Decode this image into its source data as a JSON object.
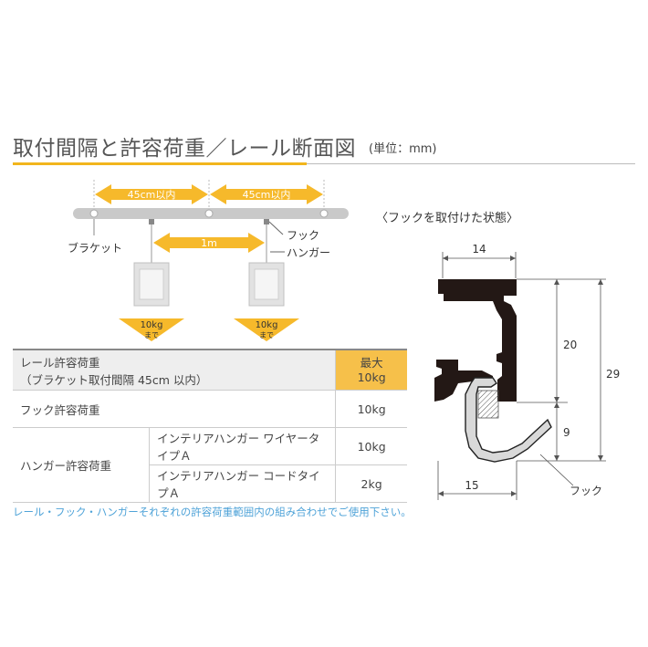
{
  "title": "取付間隔と許容荷重／レール断面図",
  "unit": "(単位：mm)",
  "left_diagram": {
    "span_label_1": "45cm以内",
    "span_label_2": "45cm以内",
    "spacing_label": "1m",
    "bracket_label": "ブラケット",
    "hook_label": "フック",
    "hanger_label": "ハンガー",
    "load_1": "10kg",
    "load_1_sub": "まで",
    "load_2": "10kg",
    "load_2_sub": "まで"
  },
  "section": {
    "caption": "〈フックを取付けた状態〉",
    "dim_top": "14",
    "dim_20": "20",
    "dim_29": "29",
    "dim_9": "9",
    "dim_bottom": "15",
    "hook_label": "フック"
  },
  "table": {
    "rail_label_1": "レール許容荷重",
    "rail_label_2": "（ブラケット取付間隔 45cm 以内）",
    "rail_value_1": "最大",
    "rail_value_2": "10kg",
    "hook_label": "フック許容荷重",
    "hook_value": "10kg",
    "hanger_label": "ハンガー許容荷重",
    "hanger_rows": [
      {
        "name": "インテリアハンガー ワイヤータイプＡ",
        "value": "10kg"
      },
      {
        "name": "インテリアハンガー コードタイプＡ",
        "value": "2kg"
      }
    ]
  },
  "note": "レール・フック・ハンガーそれぞれの許容荷重範囲内の組み合わせでご使用下さい。",
  "colors": {
    "accent": "#f2b51c",
    "arrow": "#f6b92b",
    "rail": "#c9c9c9",
    "note": "#4fa3d8",
    "profile": "#231815"
  }
}
